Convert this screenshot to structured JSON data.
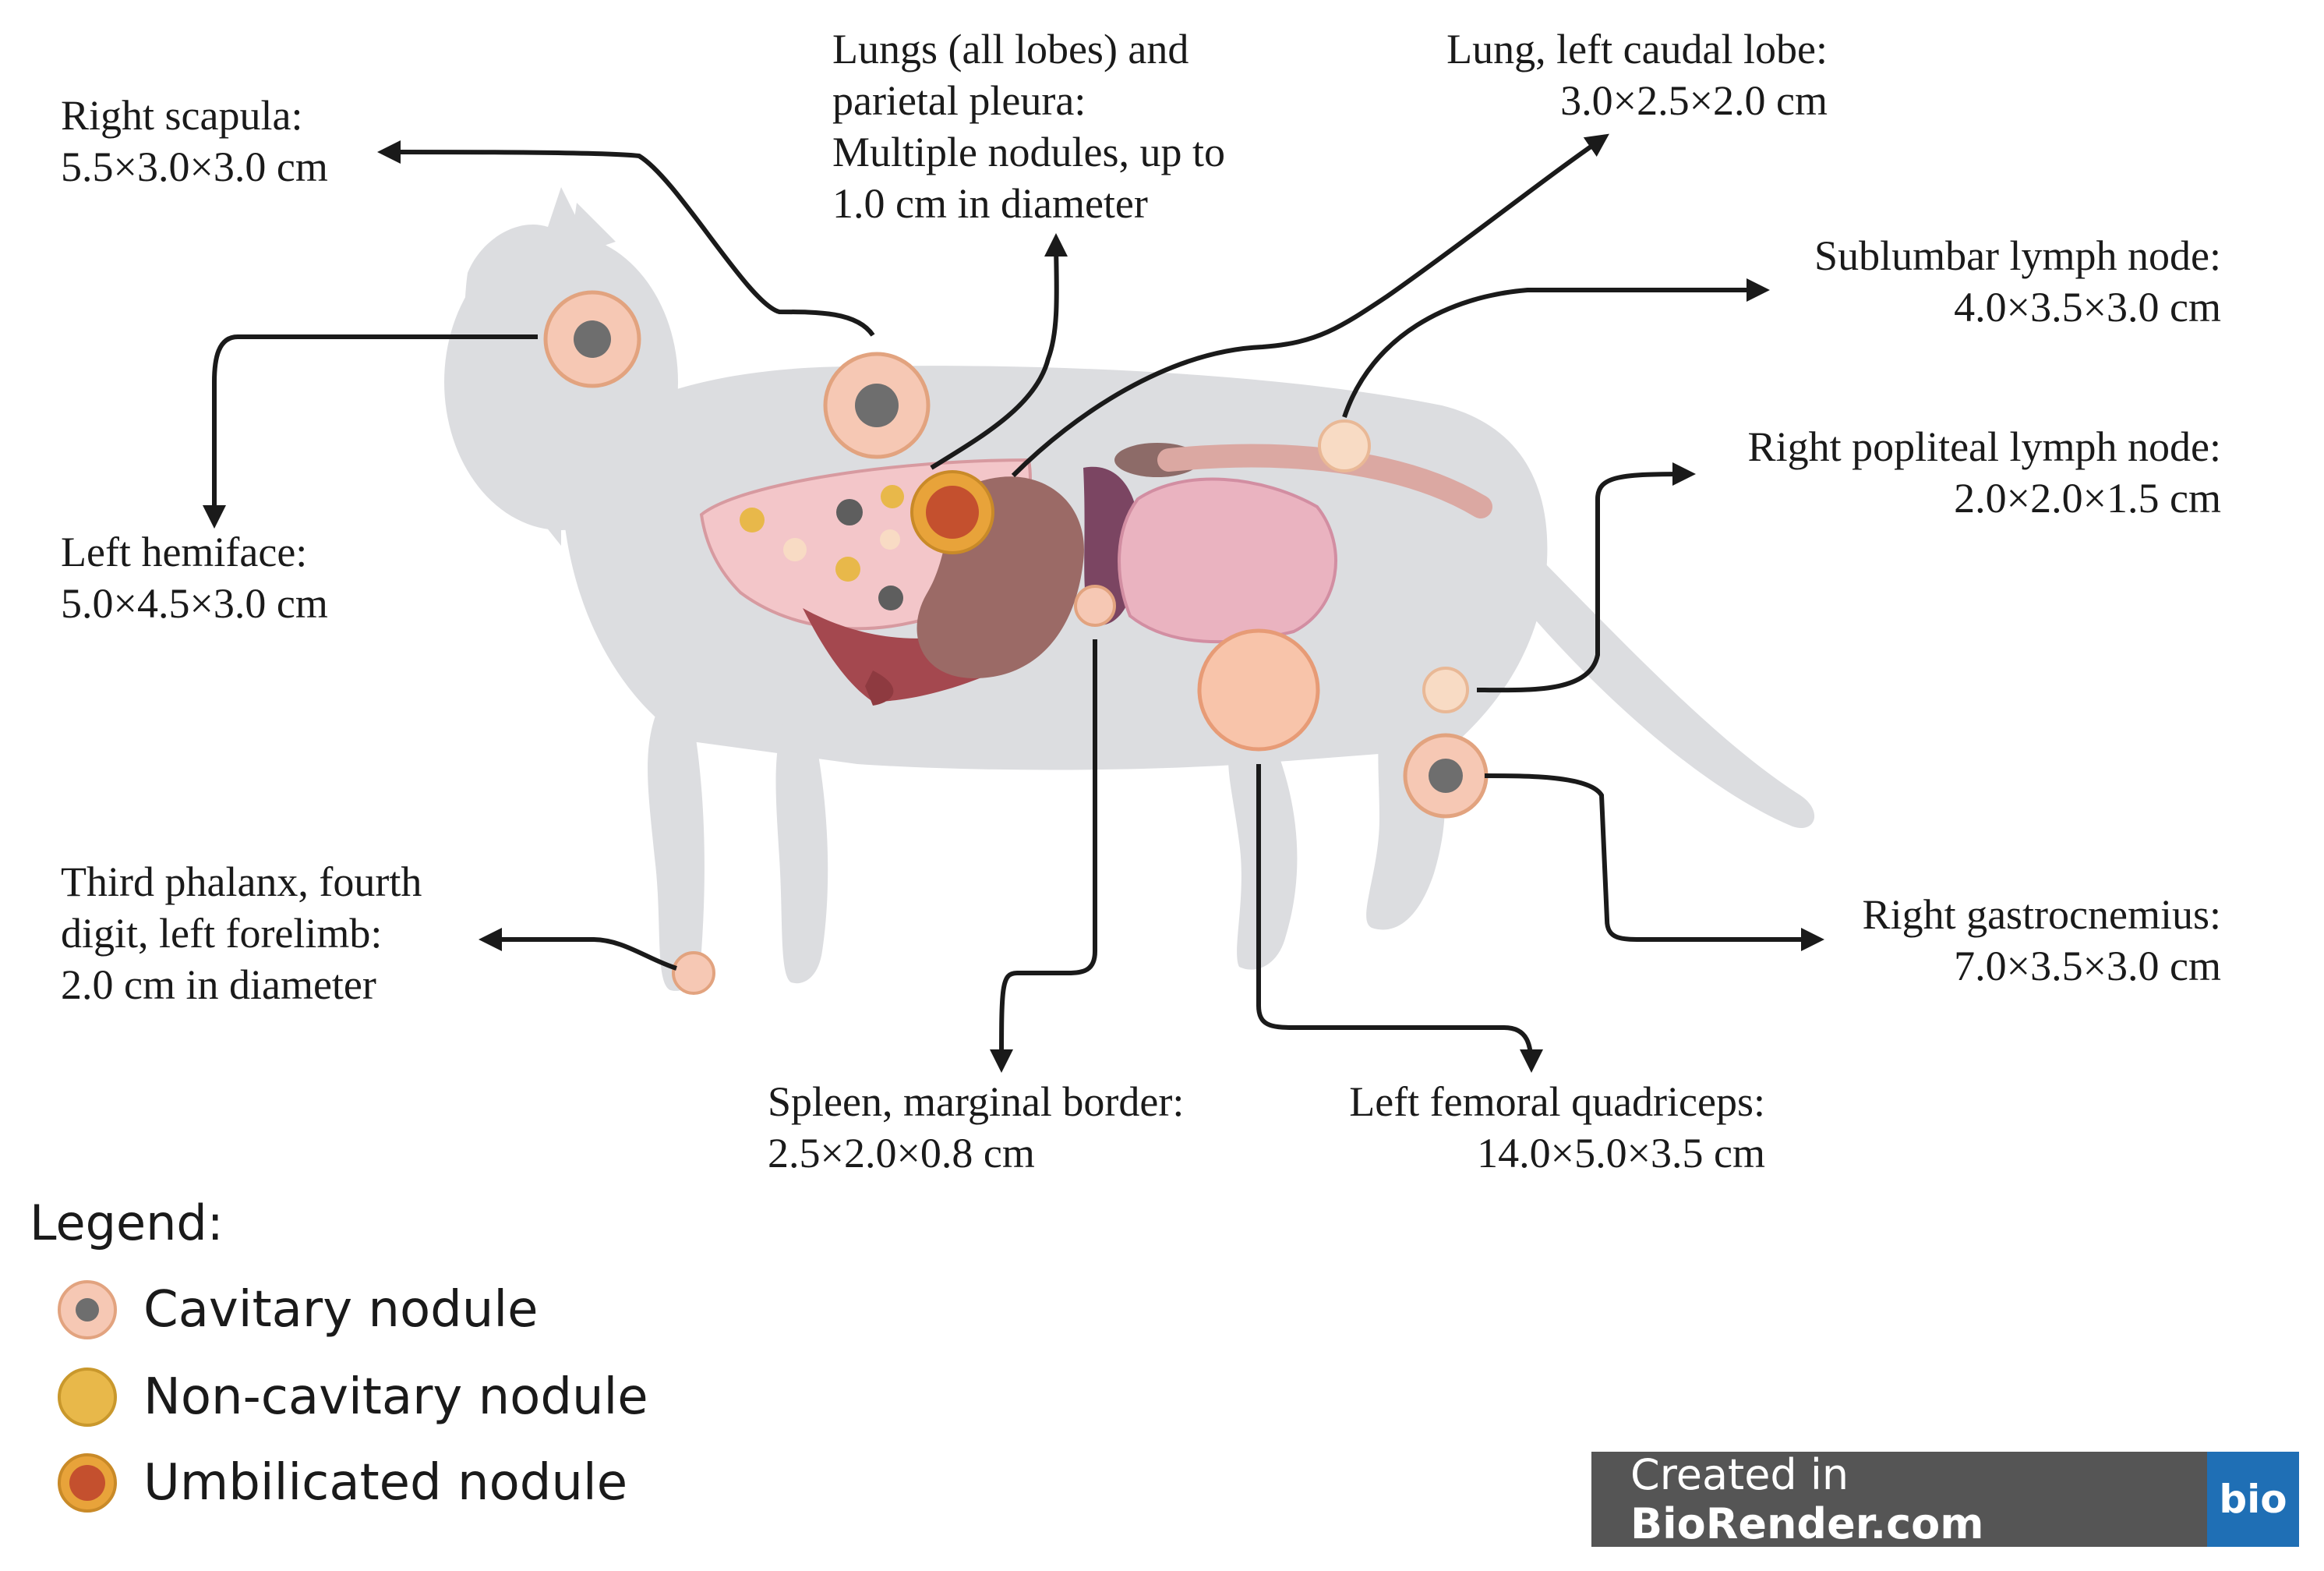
{
  "labels": {
    "right_scapula": [
      "Right scapula:",
      "5.5×3.0×3.0 cm"
    ],
    "lungs_all": [
      "Lungs (all lobes) and",
      "parietal pleura:",
      "Multiple nodules, up to",
      "1.0 cm in diameter"
    ],
    "lung_left_caudal": [
      "Lung, left caudal lobe:",
      "3.0×2.5×2.0 cm"
    ],
    "sublumbar": [
      "Sublumbar lymph node:",
      "4.0×3.5×3.0 cm"
    ],
    "right_popliteal": [
      "Right popliteal lymph node:",
      "2.0×2.0×1.5 cm"
    ],
    "left_hemiface": [
      "Left hemiface:",
      "5.0×4.5×3.0 cm"
    ],
    "third_phalanx": [
      "Third phalanx, fourth",
      "digit, left forelimb:",
      "2.0 cm in diameter"
    ],
    "spleen": [
      "Spleen, marginal border:",
      "2.5×2.0×0.8 cm"
    ],
    "left_femoral": [
      "Left femoral quadriceps:",
      "14.0×5.0×3.5 cm"
    ],
    "right_gastrocnemius": [
      "Right gastrocnemius:",
      "7.0×3.5×3.0 cm"
    ]
  },
  "legend": {
    "title": "Legend:",
    "items": [
      {
        "label": "Cavitary nodule",
        "fill": "#f6c8b4",
        "core": "#6e6e6e"
      },
      {
        "label": "Non-cavitary nodule",
        "fill": "#e8b84a",
        "core": "#e8b84a"
      },
      {
        "label": "Umbilicated nodule",
        "fill": "#e8a33a",
        "core": "#c4502e"
      }
    ]
  },
  "badge": {
    "prefix": "Created in ",
    "brand": "BioRender.com",
    "logo": "bio"
  },
  "colors": {
    "silhouette": "#dcdde0",
    "lung": "#f3c6c9",
    "liver": "#a4484f",
    "intestine": "#eab3c0",
    "cavitary_fill": "#f6c8b4",
    "noncavitary": "#e8b84a",
    "arrow": "#1a1a1a"
  }
}
